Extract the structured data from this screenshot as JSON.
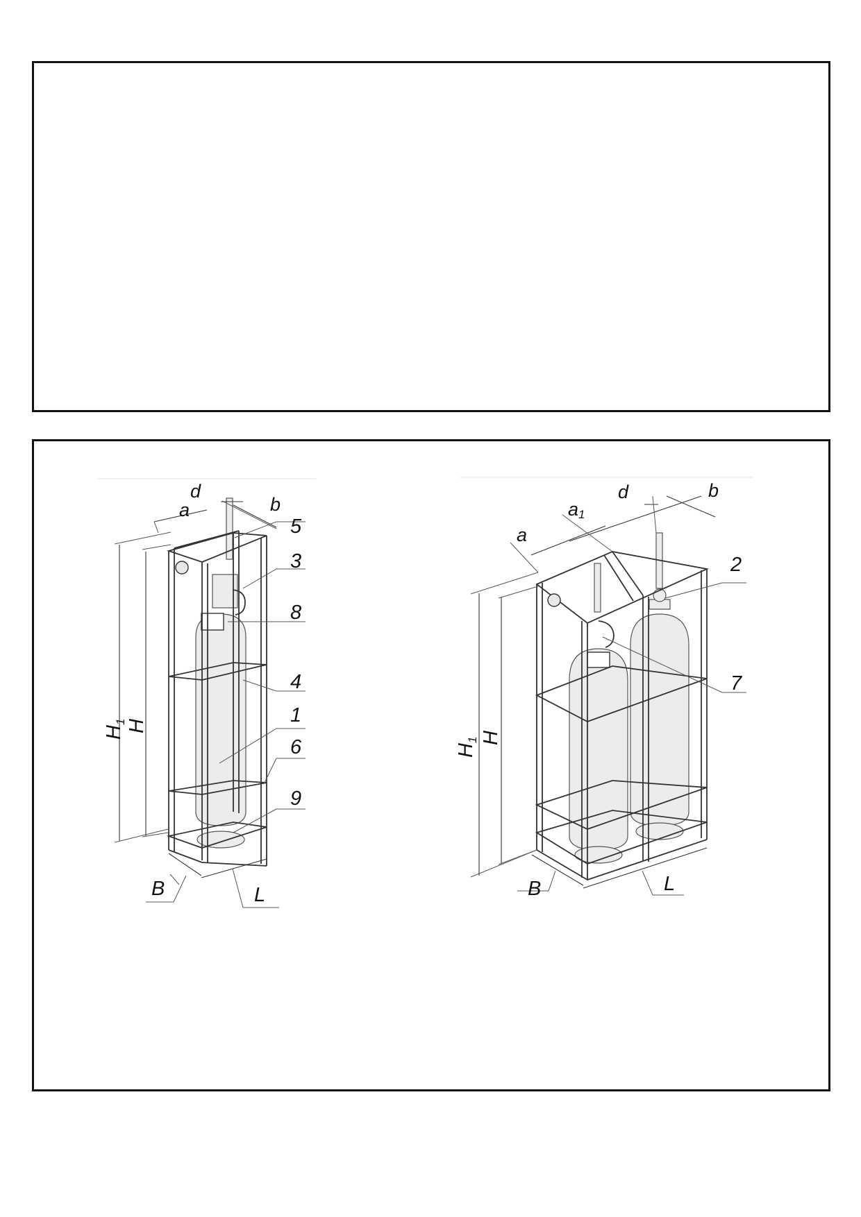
{
  "top_frame": {},
  "figure_left": {
    "dims": {
      "d": "d",
      "a": "a",
      "b": "b",
      "H1_main": "H",
      "H1_sub": "1",
      "H": "H",
      "B": "B",
      "L": "L"
    },
    "callouts": [
      "5",
      "3",
      "8",
      "4",
      "1",
      "6",
      "9"
    ]
  },
  "figure_right": {
    "dims": {
      "d": "d",
      "a": "a",
      "a1_main": "a",
      "a1_sub": "1",
      "b": "b",
      "H1_main": "H",
      "H1_sub": "1",
      "H": "H",
      "B": "B",
      "L": "L"
    },
    "callouts": [
      "2",
      "7"
    ]
  }
}
